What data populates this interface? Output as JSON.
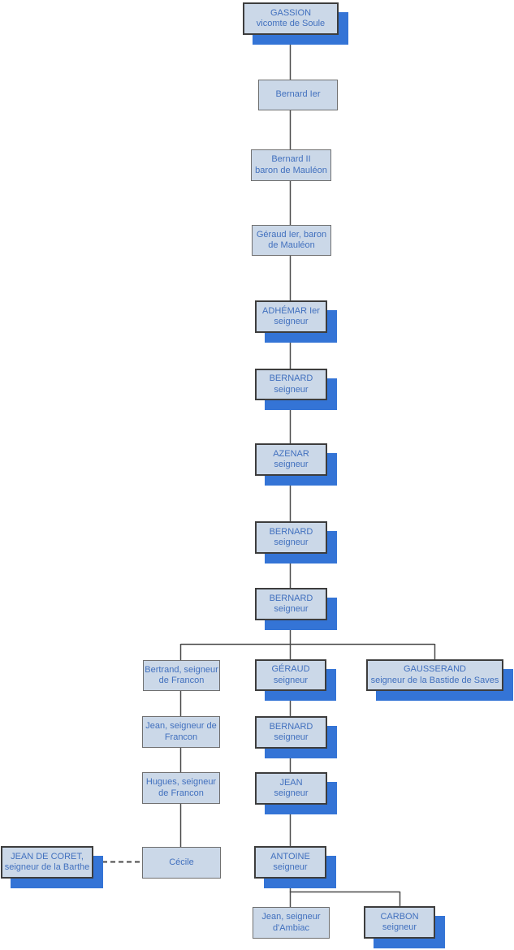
{
  "diagram": {
    "type": "family-tree",
    "colors": {
      "node_fill": "#cbd8e8",
      "node_border": "#6f6f6f",
      "emphasis_node_border": "#3d3d3d",
      "emphasis_shadow_blue": "#3474d6",
      "text_blue": "#4170be",
      "connector_gray": "#4a4a4a",
      "background": "#ffffff"
    },
    "nodes": [
      {
        "id": "gassion",
        "lines": [
          "GASSION",
          "vicomte de Soule"
        ]
      },
      {
        "id": "bernard-ier",
        "lines": [
          "Bernard Ier"
        ]
      },
      {
        "id": "bernard-ii",
        "lines": [
          "Bernard II",
          "baron de Mauléon"
        ]
      },
      {
        "id": "geraud-ier",
        "lines": [
          "Géraud Ier, baron",
          "de Mauléon"
        ]
      },
      {
        "id": "adhemar-ier",
        "lines": [
          "ADHÉMAR Ier",
          "seigneur"
        ]
      },
      {
        "id": "bernard-seigneur-1",
        "lines": [
          "BERNARD",
          "seigneur"
        ]
      },
      {
        "id": "azenar",
        "lines": [
          "AZENAR",
          "seigneur"
        ]
      },
      {
        "id": "bernard-seigneur-2",
        "lines": [
          "BERNARD",
          "seigneur"
        ]
      },
      {
        "id": "bernard-seigneur-3",
        "lines": [
          "BERNARD",
          "seigneur"
        ]
      },
      {
        "id": "bertrand",
        "lines": [
          "Bertrand, seigneur",
          "de Francon"
        ]
      },
      {
        "id": "geraud-seigneur",
        "lines": [
          "GÉRAUD",
          "seigneur"
        ]
      },
      {
        "id": "gausserand",
        "lines": [
          "GAUSSERAND",
          "seigneur de la Bastide de Saves"
        ]
      },
      {
        "id": "jean-francon",
        "lines": [
          "Jean, seigneur de",
          "Francon"
        ]
      },
      {
        "id": "bernard-seigneur-4",
        "lines": [
          "BERNARD",
          "seigneur"
        ]
      },
      {
        "id": "hugues-francon",
        "lines": [
          "Hugues, seigneur",
          "de Francon"
        ]
      },
      {
        "id": "jean-seigneur",
        "lines": [
          "JEAN",
          "seigneur"
        ]
      },
      {
        "id": "jean-de-coret",
        "lines": [
          "JEAN DE CORET,",
          "seigneur de la Barthe"
        ]
      },
      {
        "id": "cecile",
        "lines": [
          "Cécile"
        ]
      },
      {
        "id": "antoine",
        "lines": [
          "ANTOINE",
          "seigneur"
        ]
      },
      {
        "id": "jean-ambiac",
        "lines": [
          "Jean, seigneur",
          "d'Ambiac"
        ]
      },
      {
        "id": "carbon",
        "lines": [
          "CARBON",
          "seigneur"
        ]
      }
    ],
    "edges": [
      {
        "from": "gassion",
        "to": "bernard-ier",
        "style": "solid"
      },
      {
        "from": "bernard-ier",
        "to": "bernard-ii",
        "style": "solid"
      },
      {
        "from": "bernard-ii",
        "to": "geraud-ier",
        "style": "solid"
      },
      {
        "from": "geraud-ier",
        "to": "adhemar-ier",
        "style": "solid"
      },
      {
        "from": "adhemar-ier",
        "to": "bernard-seigneur-1",
        "style": "solid"
      },
      {
        "from": "bernard-seigneur-1",
        "to": "azenar",
        "style": "solid"
      },
      {
        "from": "azenar",
        "to": "bernard-seigneur-2",
        "style": "solid"
      },
      {
        "from": "bernard-seigneur-2",
        "to": "bernard-seigneur-3",
        "style": "solid"
      },
      {
        "from": "bernard-seigneur-3",
        "to": "bertrand",
        "style": "solid"
      },
      {
        "from": "bernard-seigneur-3",
        "to": "geraud-seigneur",
        "style": "solid"
      },
      {
        "from": "bernard-seigneur-3",
        "to": "gausserand",
        "style": "solid"
      },
      {
        "from": "bertrand",
        "to": "jean-francon",
        "style": "solid"
      },
      {
        "from": "jean-francon",
        "to": "hugues-francon",
        "style": "solid"
      },
      {
        "from": "hugues-francon",
        "to": "cecile",
        "style": "solid"
      },
      {
        "from": "jean-de-coret",
        "to": "cecile",
        "style": "dashed"
      },
      {
        "from": "geraud-seigneur",
        "to": "bernard-seigneur-4",
        "style": "solid"
      },
      {
        "from": "bernard-seigneur-4",
        "to": "jean-seigneur",
        "style": "solid"
      },
      {
        "from": "jean-seigneur",
        "to": "antoine",
        "style": "solid"
      },
      {
        "from": "antoine",
        "to": "jean-ambiac",
        "style": "solid"
      },
      {
        "from": "antoine",
        "to": "carbon",
        "style": "solid"
      }
    ]
  }
}
